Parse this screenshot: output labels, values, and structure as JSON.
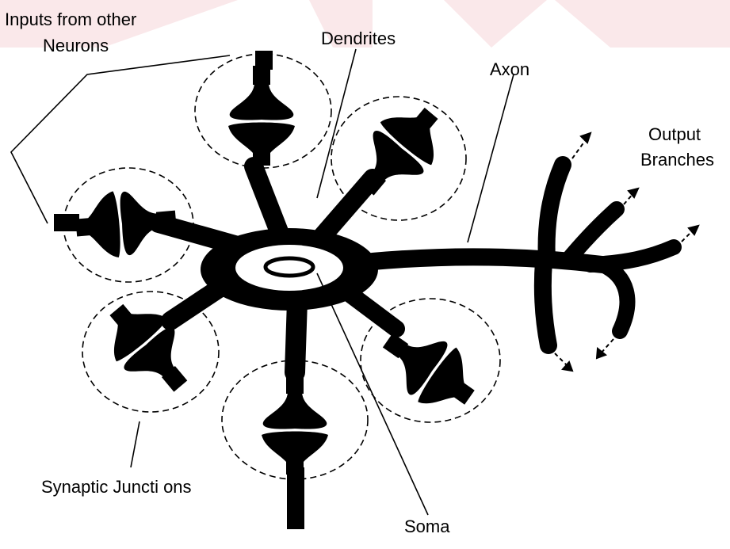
{
  "labels": {
    "inputs_line1": "Inputs from other",
    "inputs_line2": "Neurons",
    "dendrites": "Dendrites",
    "axon": "Axon",
    "output_line1": "Output",
    "output_line2": "Branches",
    "synaptic": "Synaptic Juncti ons",
    "soma": "Soma"
  },
  "colors": {
    "ink": "#000000",
    "background": "#ffffff",
    "watermark": "#f3c9cd"
  }
}
